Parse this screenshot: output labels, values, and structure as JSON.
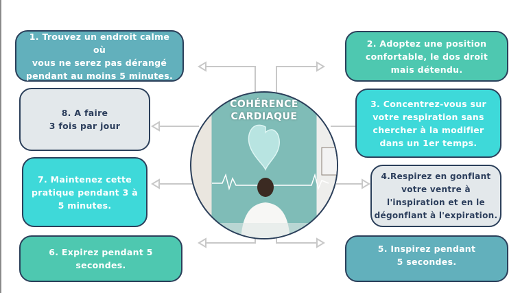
{
  "title": "COHÉRENCE\nCARDIAQUE",
  "steps": [
    {
      "id": "1",
      "text": "1. Trouvez un endroit calme où\nvous ne serez pas dérangé\npendant au moins 5 minutes."
    },
    {
      "id": "2",
      "text": "2. Adoptez une position\nconfortable, le dos droit\nmais détendu."
    },
    {
      "id": "3",
      "text": "3. Concentrez-vous sur\nvotre respiration sans\nchercher à la modifier\ndans un 1er temps."
    },
    {
      "id": "4",
      "text": "4.Respirez en gonflant\nvotre ventre à\nl'inspiration et  en le\ndégonflant à l'expiration."
    },
    {
      "id": "5",
      "text": "5. Inspirez pendant\n5 secondes."
    },
    {
      "id": "6",
      "text": "6. Expirez pendant 5\nsecondes."
    },
    {
      "id": "7",
      "text": "7. Maintenez cette\npratique pendant 3 à\n5 minutes."
    },
    {
      "id": "8",
      "text": "8. A faire\n3 fois par jour"
    }
  ],
  "colors": {
    "blue": "#62b0bc",
    "green": "#4ec8b0",
    "cyan": "#3ed9d9",
    "gray": "#e3e8eb",
    "border": "#2b3f5a",
    "text": "#2c3e5c"
  }
}
